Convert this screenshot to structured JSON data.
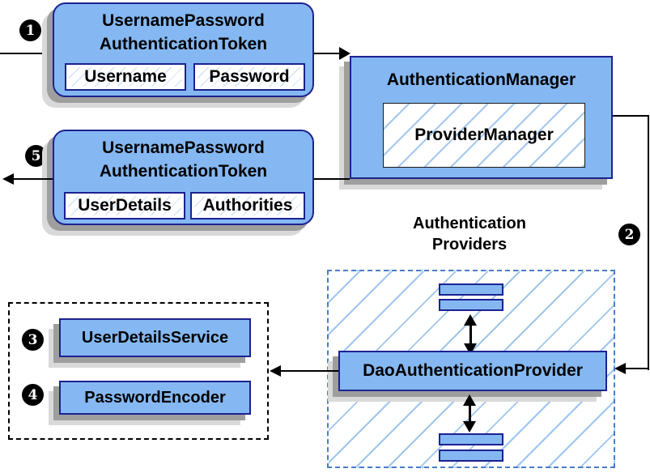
{
  "colors": {
    "box_fill": "#85b8f2",
    "box_border": "#1c2290",
    "hatch_line": "#9ec6ee",
    "providers_dashed_border": "#4a7dc9",
    "services_dotted_border": "#000000",
    "connector": "#000000",
    "shadow_dark": "#9e9e9e",
    "shadow_light": "#d9d9d9",
    "badge_background": "#000000",
    "badge_text": "#ffffff"
  },
  "steps": {
    "s1": "1",
    "s2": "2",
    "s3": "3",
    "s4": "4",
    "s5": "5"
  },
  "token_request": {
    "title_line1": "UsernamePassword",
    "title_line2": "AuthenticationToken",
    "field1": "Username",
    "field2": "Password"
  },
  "auth_manager": {
    "title": "AuthenticationManager",
    "inner_label": "ProviderManager"
  },
  "token_result": {
    "title_line1": "UsernamePassword",
    "title_line2": "AuthenticationToken",
    "field1": "UserDetails",
    "field2": "Authorities"
  },
  "providers": {
    "label_line1": "Authentication",
    "label_line2": "Providers",
    "dao_label": "DaoAuthenticationProvider"
  },
  "services": {
    "user_details_service": "UserDetailsService",
    "password_encoder": "PasswordEncoder"
  }
}
